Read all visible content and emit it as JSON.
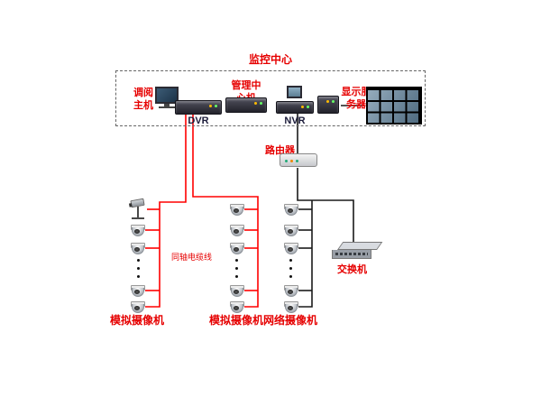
{
  "diagram": {
    "title": "监控中心",
    "devices": {
      "review_host": "调阅主机",
      "dvr": "DVR",
      "management_center": "管理中心机",
      "nvr": "NVR",
      "display_server": "显示服务器"
    },
    "network": {
      "router": "路由器",
      "switch": "交换机"
    },
    "cable_label": "同轴电缆线",
    "camera_groups": [
      {
        "label": "模拟摄像机"
      },
      {
        "label": "模拟摄像机"
      },
      {
        "label": "网络摄像机"
      }
    ],
    "colors": {
      "label_red": "#e60000",
      "analog_line": "#ff0000",
      "network_line": "#1a1a1a"
    }
  }
}
